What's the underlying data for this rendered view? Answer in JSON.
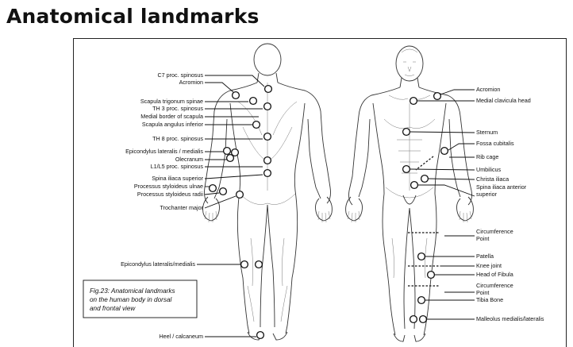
{
  "page_title": "Anatomical landmarks",
  "caption": [
    "Fig.23: Anatomical landmarks",
    "on the human body in dorsal",
    "and frontal view"
  ],
  "dorsal_labels": [
    {
      "id": "c7",
      "text": "C7 proc. spinosus"
    },
    {
      "id": "acromion",
      "text": "Acromion"
    },
    {
      "id": "scap-trig",
      "text": "Scapula trigonum spinae"
    },
    {
      "id": "th3",
      "text": "TH 3 proc. spinosus"
    },
    {
      "id": "med-border",
      "text": "Medial border of scapula"
    },
    {
      "id": "scap-ang",
      "text": "Scapula angulus inferior"
    },
    {
      "id": "th8",
      "text": "TH 8 proc. spinosus"
    },
    {
      "id": "epic-lat-med",
      "text": "Epicondylus lateralis / medialis"
    },
    {
      "id": "olecranum",
      "text": "Olecranum"
    },
    {
      "id": "l1l5",
      "text": "L1/L5 proc. spinosus"
    },
    {
      "id": "spina-sup",
      "text": "Spina iliaca superior"
    },
    {
      "id": "styl-ulnae",
      "text": "Processus styloideus ulnae"
    },
    {
      "id": "styl-radii",
      "text": "Processus styloideus radii"
    },
    {
      "id": "trochanter",
      "text": "Trochanter major"
    },
    {
      "id": "epic-knee",
      "text": "Epicondylus lateralis/medialis"
    },
    {
      "id": "heel",
      "text": "Heel / calcaneum"
    }
  ],
  "frontal_labels": [
    {
      "id": "f-acromion",
      "text": "Acromion"
    },
    {
      "id": "clav",
      "text": "Medial clavicula head"
    },
    {
      "id": "sternum",
      "text": "Sternum"
    },
    {
      "id": "fossa",
      "text": "Fossa cubitalis"
    },
    {
      "id": "rib",
      "text": "Rib cage"
    },
    {
      "id": "umbilicus",
      "text": "Umbilicus"
    },
    {
      "id": "christa",
      "text": "Christa iliaca"
    },
    {
      "id": "spina-ant",
      "text": "Spina iliaca anterior"
    },
    {
      "id": "spina-ant-2",
      "text": "superior"
    },
    {
      "id": "circ1",
      "text": "Circumference"
    },
    {
      "id": "circ1-2",
      "text": "Point"
    },
    {
      "id": "patella",
      "text": "Patella"
    },
    {
      "id": "knee",
      "text": "Knee joint"
    },
    {
      "id": "fibula",
      "text": "Head of Fibula"
    },
    {
      "id": "circ2",
      "text": "Circumference"
    },
    {
      "id": "circ2-2",
      "text": "Point"
    },
    {
      "id": "tibia",
      "text": "Tibia Bone"
    },
    {
      "id": "malleolus",
      "text": "Malleolus medialis/lateralis"
    }
  ]
}
